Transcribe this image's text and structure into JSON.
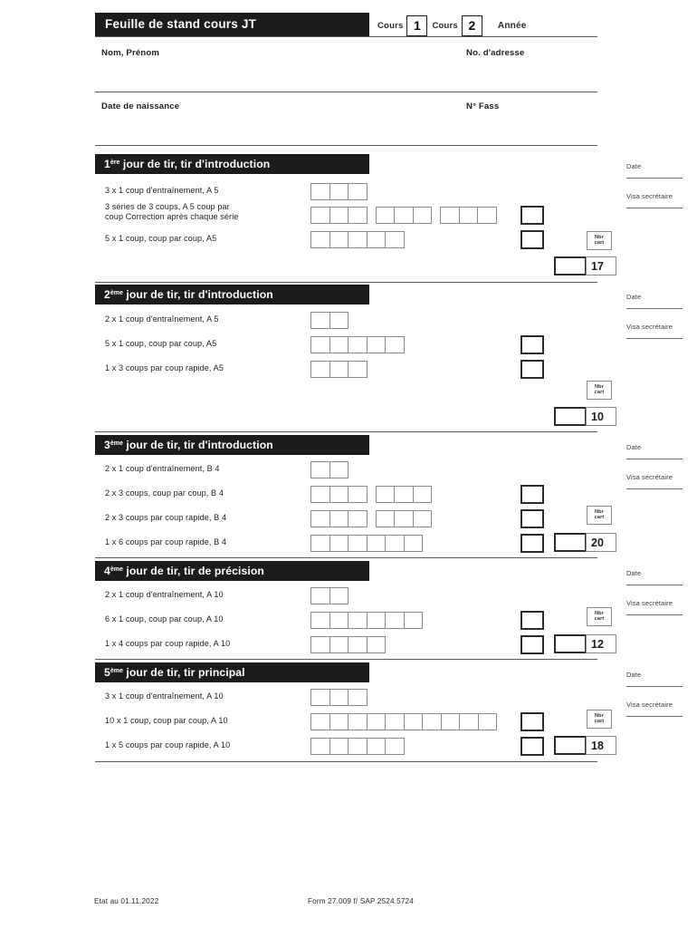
{
  "header": {
    "title": "Feuille de stand cours JT",
    "cours_label_1": "Cours",
    "cours_value_1": "1",
    "cours_label_2": "Cours",
    "cours_value_2": "2",
    "annee_label": "Année"
  },
  "identity": {
    "nom_prenom": "Nom, Prénom",
    "no_adresse": "No. d'adresse",
    "date_naissance": "Date de naissance",
    "no_fass": "N° Fass"
  },
  "right_labels": {
    "date": "Date",
    "visa": "Visa secrétaire"
  },
  "nbr_caption": {
    "line1": "Nbr",
    "line2": "cart"
  },
  "sections": [
    {
      "number": "1",
      "ordinal": "ère",
      "title": " jour de tir, tir d'introduction",
      "total": "17",
      "rows": [
        {
          "label": "3 x 1 coup d'entraînement, A 5",
          "label2": "",
          "groups": [
            3
          ]
        },
        {
          "label": "3 séries de 3 coups, A 5 coup par",
          "label2": "coup Correction après chaque série",
          "groups": [
            3,
            3,
            3
          ]
        },
        {
          "label": "5 x 1 coup, coup par coup, A5",
          "label2": "",
          "groups": [
            5
          ]
        }
      ]
    },
    {
      "number": "2",
      "ordinal": "ème",
      "title": " jour de tir, tir d'introduction",
      "total": "10",
      "rows": [
        {
          "label": "2 x 1 coup d'entraînement, A 5",
          "label2": "",
          "groups": [
            2
          ]
        },
        {
          "label": "5 x 1 coup, coup par coup, A5",
          "label2": "",
          "groups": [
            5
          ]
        },
        {
          "label": "1 x 3 coups par coup rapide, A5",
          "label2": "",
          "groups": [
            3
          ]
        }
      ]
    },
    {
      "number": "3",
      "ordinal": "ème",
      "title": " jour de tir, tir d'introduction",
      "total": "20",
      "rows": [
        {
          "label": "2 x 1 coup d'entraînement, B 4",
          "label2": "",
          "groups": [
            2
          ]
        },
        {
          "label": "2 x 3 coups, coup par coup, B 4",
          "label2": "",
          "groups": [
            3,
            3
          ]
        },
        {
          "label": "2 x 3 coups par coup rapide, B 4",
          "label2": "",
          "groups": [
            3,
            3
          ]
        },
        {
          "label": "1 x 6 coups par coup rapide, B 4",
          "label2": "",
          "groups": [
            6
          ]
        }
      ]
    },
    {
      "number": "4",
      "ordinal": "ème",
      "title": " jour de tir, tir de précision",
      "total": "12",
      "rows": [
        {
          "label": "2 x 1 coup d'entraînement, A 10",
          "label2": "",
          "groups": [
            2
          ]
        },
        {
          "label": "6 x 1 coup, coup par coup, A 10",
          "label2": "",
          "groups": [
            6
          ]
        },
        {
          "label": "1 x 4 coups par coup rapide, A 10",
          "label2": "",
          "groups": [
            4
          ]
        }
      ]
    },
    {
      "number": "5",
      "ordinal": "ème",
      "title": " jour de tir, tir principal",
      "total": "18",
      "rows": [
        {
          "label": "3 x 1 coup d'entraînement, A 10",
          "label2": "",
          "groups": [
            3
          ]
        },
        {
          "label": "10 x 1 coup, coup par coup, A 10",
          "label2": "",
          "groups": [
            10
          ]
        },
        {
          "label": "1 x 5 coups par coup rapide, A 10",
          "label2": "",
          "groups": [
            5
          ]
        }
      ]
    }
  ],
  "footer": {
    "left": "Etat au 01.11.2022",
    "center": "Form 27.009 f/ SAP 2524.5724"
  }
}
